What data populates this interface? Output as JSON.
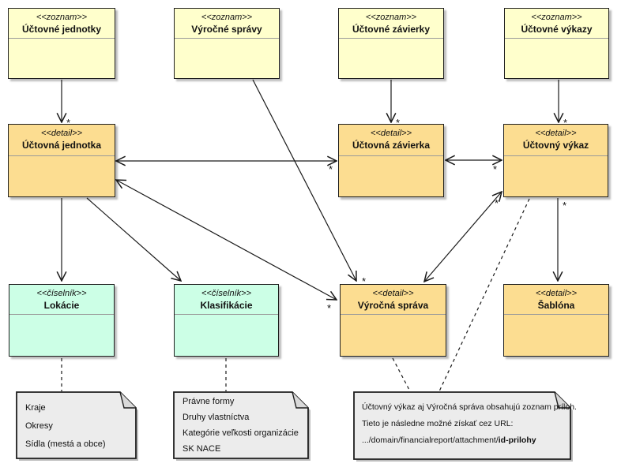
{
  "multiplicity_star": "*",
  "boxes": [
    {
      "stereotype": "<<zoznam>>",
      "name": "Účtovné jednotky"
    },
    {
      "stereotype": "<<zoznam>>",
      "name": "Výročné správy"
    },
    {
      "stereotype": "<<zoznam>>",
      "name": "Účtovné závierky"
    },
    {
      "stereotype": "<<zoznam>>",
      "name": "Účtovné výkazy"
    },
    {
      "stereotype": "<<detail>>",
      "name": "Účtovná jednotka"
    },
    {
      "stereotype": "<<detail>>",
      "name": "Účtovná závierka"
    },
    {
      "stereotype": "<<detail>>",
      "name": "Účtovný výkaz"
    },
    {
      "stereotype": "<<číselník>>",
      "name": "Lokácie"
    },
    {
      "stereotype": "<<číselník>>",
      "name": "Klasifikácie"
    },
    {
      "stereotype": "<<detail>>",
      "name": "Výročná správa"
    },
    {
      "stereotype": "<<detail>>",
      "name": "Šablóna"
    }
  ],
  "notes": {
    "lokacie": {
      "lines": [
        "Kraje",
        "Okresy",
        "Sídla (mestá a obce)"
      ]
    },
    "klasifikacie": {
      "lines": [
        "Právne formy",
        "Druhy vlastníctva",
        "Kategórie veľkosti organizácie",
        "SK NACE"
      ]
    },
    "prilohy": {
      "line1": "Účtovný výkaz aj Výročná správa obsahujú zoznam príloh.",
      "line2": "Tieto je následne možné získať cez URL:",
      "line3_prefix": ".../domain/financialreport/attachment/",
      "line3_bold": "id-prilohy"
    }
  },
  "connections": [
    {
      "from": "Účtovné jednotky",
      "to": "Účtovná jednotka",
      "style": "solid-arrow",
      "target_multiplicity": "*"
    },
    {
      "from": "Výročné správy",
      "to": "Výročná správa",
      "style": "solid-arrow",
      "target_multiplicity": "*"
    },
    {
      "from": "Účtovné závierky",
      "to": "Účtovná závierka",
      "style": "solid-arrow",
      "target_multiplicity": "*"
    },
    {
      "from": "Účtovné výkazy",
      "to": "Účtovný výkaz",
      "style": "solid-arrow",
      "target_multiplicity": "*"
    },
    {
      "from": "Účtovná jednotka",
      "to": "Účtovná závierka",
      "style": "solid-double-arrow",
      "target_multiplicity": "*"
    },
    {
      "from": "Účtovná závierka",
      "to": "Účtovný výkaz",
      "style": "solid-double-arrow",
      "target_multiplicity": "*"
    },
    {
      "from": "Účtovná jednotka",
      "to": "Výročná správa",
      "style": "solid-double-arrow",
      "target_multiplicity": "*"
    },
    {
      "from": "Výročná správa",
      "to": "Účtovný výkaz",
      "style": "solid-double-arrow",
      "target_multiplicity": "*"
    },
    {
      "from": "Účtovná jednotka",
      "to": "Lokácie",
      "style": "solid-arrow"
    },
    {
      "from": "Účtovná jednotka",
      "to": "Klasifikácie",
      "style": "solid-arrow"
    },
    {
      "from": "Účtovný výkaz",
      "to": "Šablóna",
      "style": "solid-arrow",
      "source_multiplicity": "*"
    },
    {
      "from": "Lokácie",
      "to": "note-lokacie",
      "style": "dashed"
    },
    {
      "from": "Klasifikácie",
      "to": "note-klasifikacie",
      "style": "dashed"
    },
    {
      "from": "Výročná správa",
      "to": "note-prilohy",
      "style": "dashed"
    },
    {
      "from": "Účtovný výkaz",
      "to": "note-prilohy",
      "style": "dashed"
    }
  ],
  "colors": {
    "zoznam_fill": "#FFFFCC",
    "detail_fill": "#FCDD91",
    "ciselnik_fill": "#CCFFE6",
    "note_fill": "#ECECEC",
    "line": "#1a1a1a"
  }
}
